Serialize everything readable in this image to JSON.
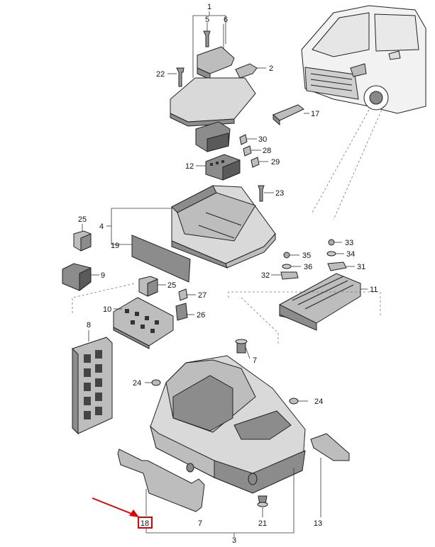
{
  "diagram": {
    "callouts": {
      "c1": "1",
      "c2": "2",
      "c3": "3",
      "c4": "4",
      "c5": "5",
      "c6": "6",
      "c7a": "7",
      "c7b": "7",
      "c8": "8",
      "c9": "9",
      "c10": "10",
      "c11": "11",
      "c12": "12",
      "c13": "13",
      "c17": "17",
      "c18": "18",
      "c19": "19",
      "c21": "21",
      "c22": "22",
      "c23": "23",
      "c24a": "24",
      "c24b": "24",
      "c25a": "25",
      "c25b": "25",
      "c26": "26",
      "c27": "27",
      "c28": "28",
      "c29": "29",
      "c30": "30",
      "c31": "31",
      "c32": "32",
      "c33": "33",
      "c34": "34",
      "c35": "35",
      "c36": "36"
    },
    "highlight": {
      "target": "18",
      "box_color": "#e00000",
      "arrow_color": "#e00000"
    },
    "colors": {
      "part_dark": "#5a5a5a",
      "part_mid": "#8c8c8c",
      "part_light": "#bdbdbd",
      "part_pale": "#d9d9d9"
    }
  }
}
